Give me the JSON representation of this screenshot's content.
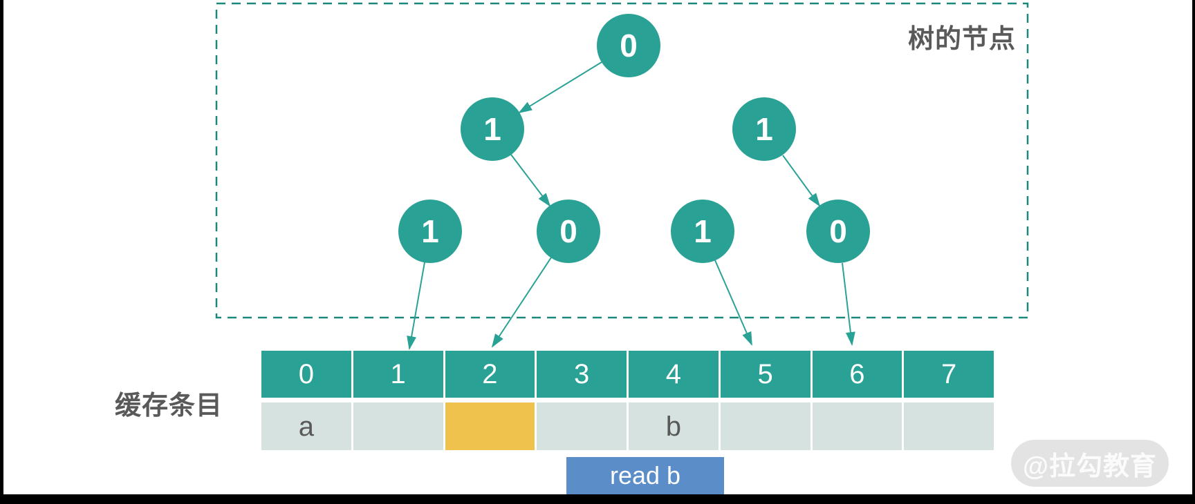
{
  "labels": {
    "tree_region": "树的节点",
    "cache_entries": "缓存条目"
  },
  "tree": {
    "nodes": [
      {
        "name": "root",
        "label": "0"
      },
      {
        "name": "level1-left",
        "label": "1"
      },
      {
        "name": "level1-right",
        "label": "1"
      },
      {
        "name": "level2-first",
        "label": "1"
      },
      {
        "name": "level2-second",
        "label": "0"
      },
      {
        "name": "level2-third",
        "label": "1"
      },
      {
        "name": "level2-fourth",
        "label": "0"
      }
    ]
  },
  "cache": {
    "headers": [
      "0",
      "1",
      "2",
      "3",
      "4",
      "5",
      "6",
      "7"
    ],
    "values": [
      "a",
      "",
      "",
      "",
      "b",
      "",
      "",
      ""
    ],
    "highlight_index": 2
  },
  "action": {
    "label": "read b"
  },
  "watermark": {
    "text": "@拉勾教育"
  },
  "colors": {
    "node_teal": "#2aa195",
    "dashed_border_teal": "#1b887c",
    "cell_light": "#d5e2df",
    "highlight_yellow": "#efc24e",
    "action_blue": "#5b8ec8",
    "label_gray": "#595959",
    "watermark_gray": "#e3e3e3"
  }
}
